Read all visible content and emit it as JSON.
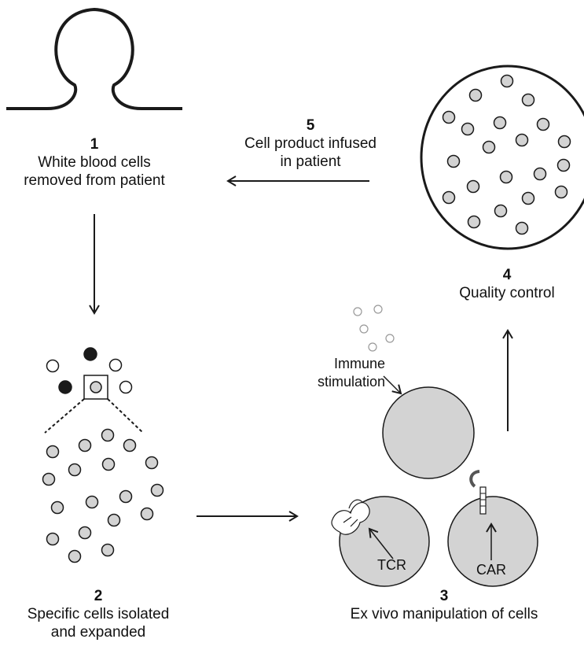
{
  "steps": [
    {
      "number": "1",
      "line1": "White blood cells",
      "line2": "removed from patient"
    },
    {
      "number": "2",
      "line1": "Specific cells isolated",
      "line2": "and expanded"
    },
    {
      "number": "3",
      "line1": "Ex vivo manipulation of cells",
      "line2": ""
    },
    {
      "number": "4",
      "line1": "Quality control",
      "line2": ""
    },
    {
      "number": "5",
      "line1": "Cell product infused",
      "line2": "in patient"
    }
  ],
  "annotations": {
    "immune_line1": "Immune",
    "immune_line2": "stimulation",
    "tcr": "TCR",
    "car": "CAR"
  },
  "colors": {
    "stroke": "#1a1a1a",
    "cell_fill": "#d3d3d3",
    "dark_cell": "#1a1a1a"
  }
}
